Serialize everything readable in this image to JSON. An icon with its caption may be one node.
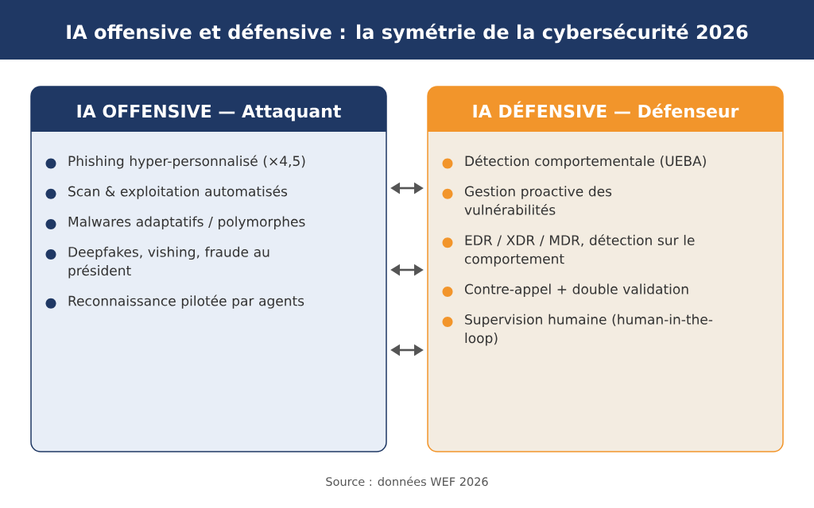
{
  "diagram": {
    "title": "IA offensive et défensive : la symétrie de la cybersécurité 2026",
    "nodes": [
      {
        "text": [
          "IA OFFENSIVE — Attaquant",
          "Phishing hyper-personnalisé (×4,5)",
          "Scan & exploitation automatisés",
          "Malwares adaptatifs / polymorphes",
          "Deepfakes, vishing, fraude au président",
          "Reconnaissance pilotée par agents"
        ]
      },
      {
        "text": [
          "IA DÉFENSIVE — Défenseur",
          "Détection comportementale (UEBA)",
          "Gestion proactive des vulnérabilités",
          "EDR / XDR / MDR, détection sur le comportement",
          "Contre-appel + double validation",
          "Supervision humaine (human-in-the-loop)"
        ]
      }
    ],
    "edges": [
      {
        "from": 0,
        "to": 1,
        "arrow": "both"
      },
      {
        "from": 0,
        "to": 1,
        "arrow": "both"
      },
      {
        "from": 0,
        "to": 1,
        "arrow": "both"
      }
    ],
    "caption": "Source : données WEF 2026"
  }
}
